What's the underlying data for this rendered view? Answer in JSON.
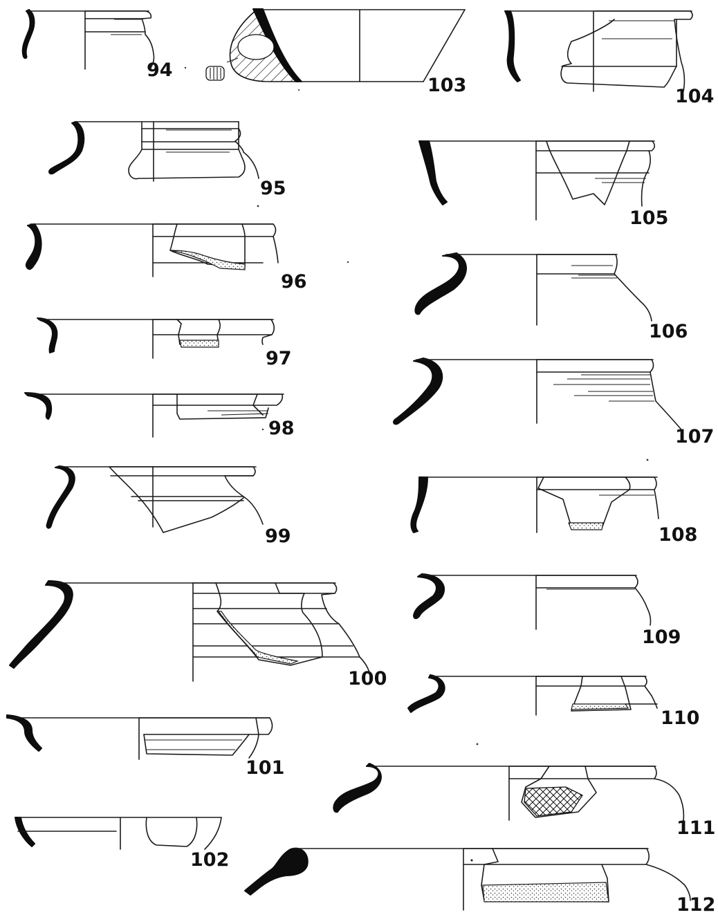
{
  "figure": {
    "sherds": [
      {
        "id": "94",
        "label": "94"
      },
      {
        "id": "95",
        "label": "95"
      },
      {
        "id": "96",
        "label": "96"
      },
      {
        "id": "97",
        "label": "97"
      },
      {
        "id": "98",
        "label": "98"
      },
      {
        "id": "99",
        "label": "99"
      },
      {
        "id": "100",
        "label": "100"
      },
      {
        "id": "101",
        "label": "101"
      },
      {
        "id": "102",
        "label": "102"
      },
      {
        "id": "103",
        "label": "103"
      },
      {
        "id": "104",
        "label": "104"
      },
      {
        "id": "105",
        "label": "105"
      },
      {
        "id": "106",
        "label": "106"
      },
      {
        "id": "107",
        "label": "107"
      },
      {
        "id": "108",
        "label": "108"
      },
      {
        "id": "109",
        "label": "109"
      },
      {
        "id": "110",
        "label": "110"
      },
      {
        "id": "111",
        "label": "111"
      },
      {
        "id": "112",
        "label": "112"
      }
    ]
  }
}
